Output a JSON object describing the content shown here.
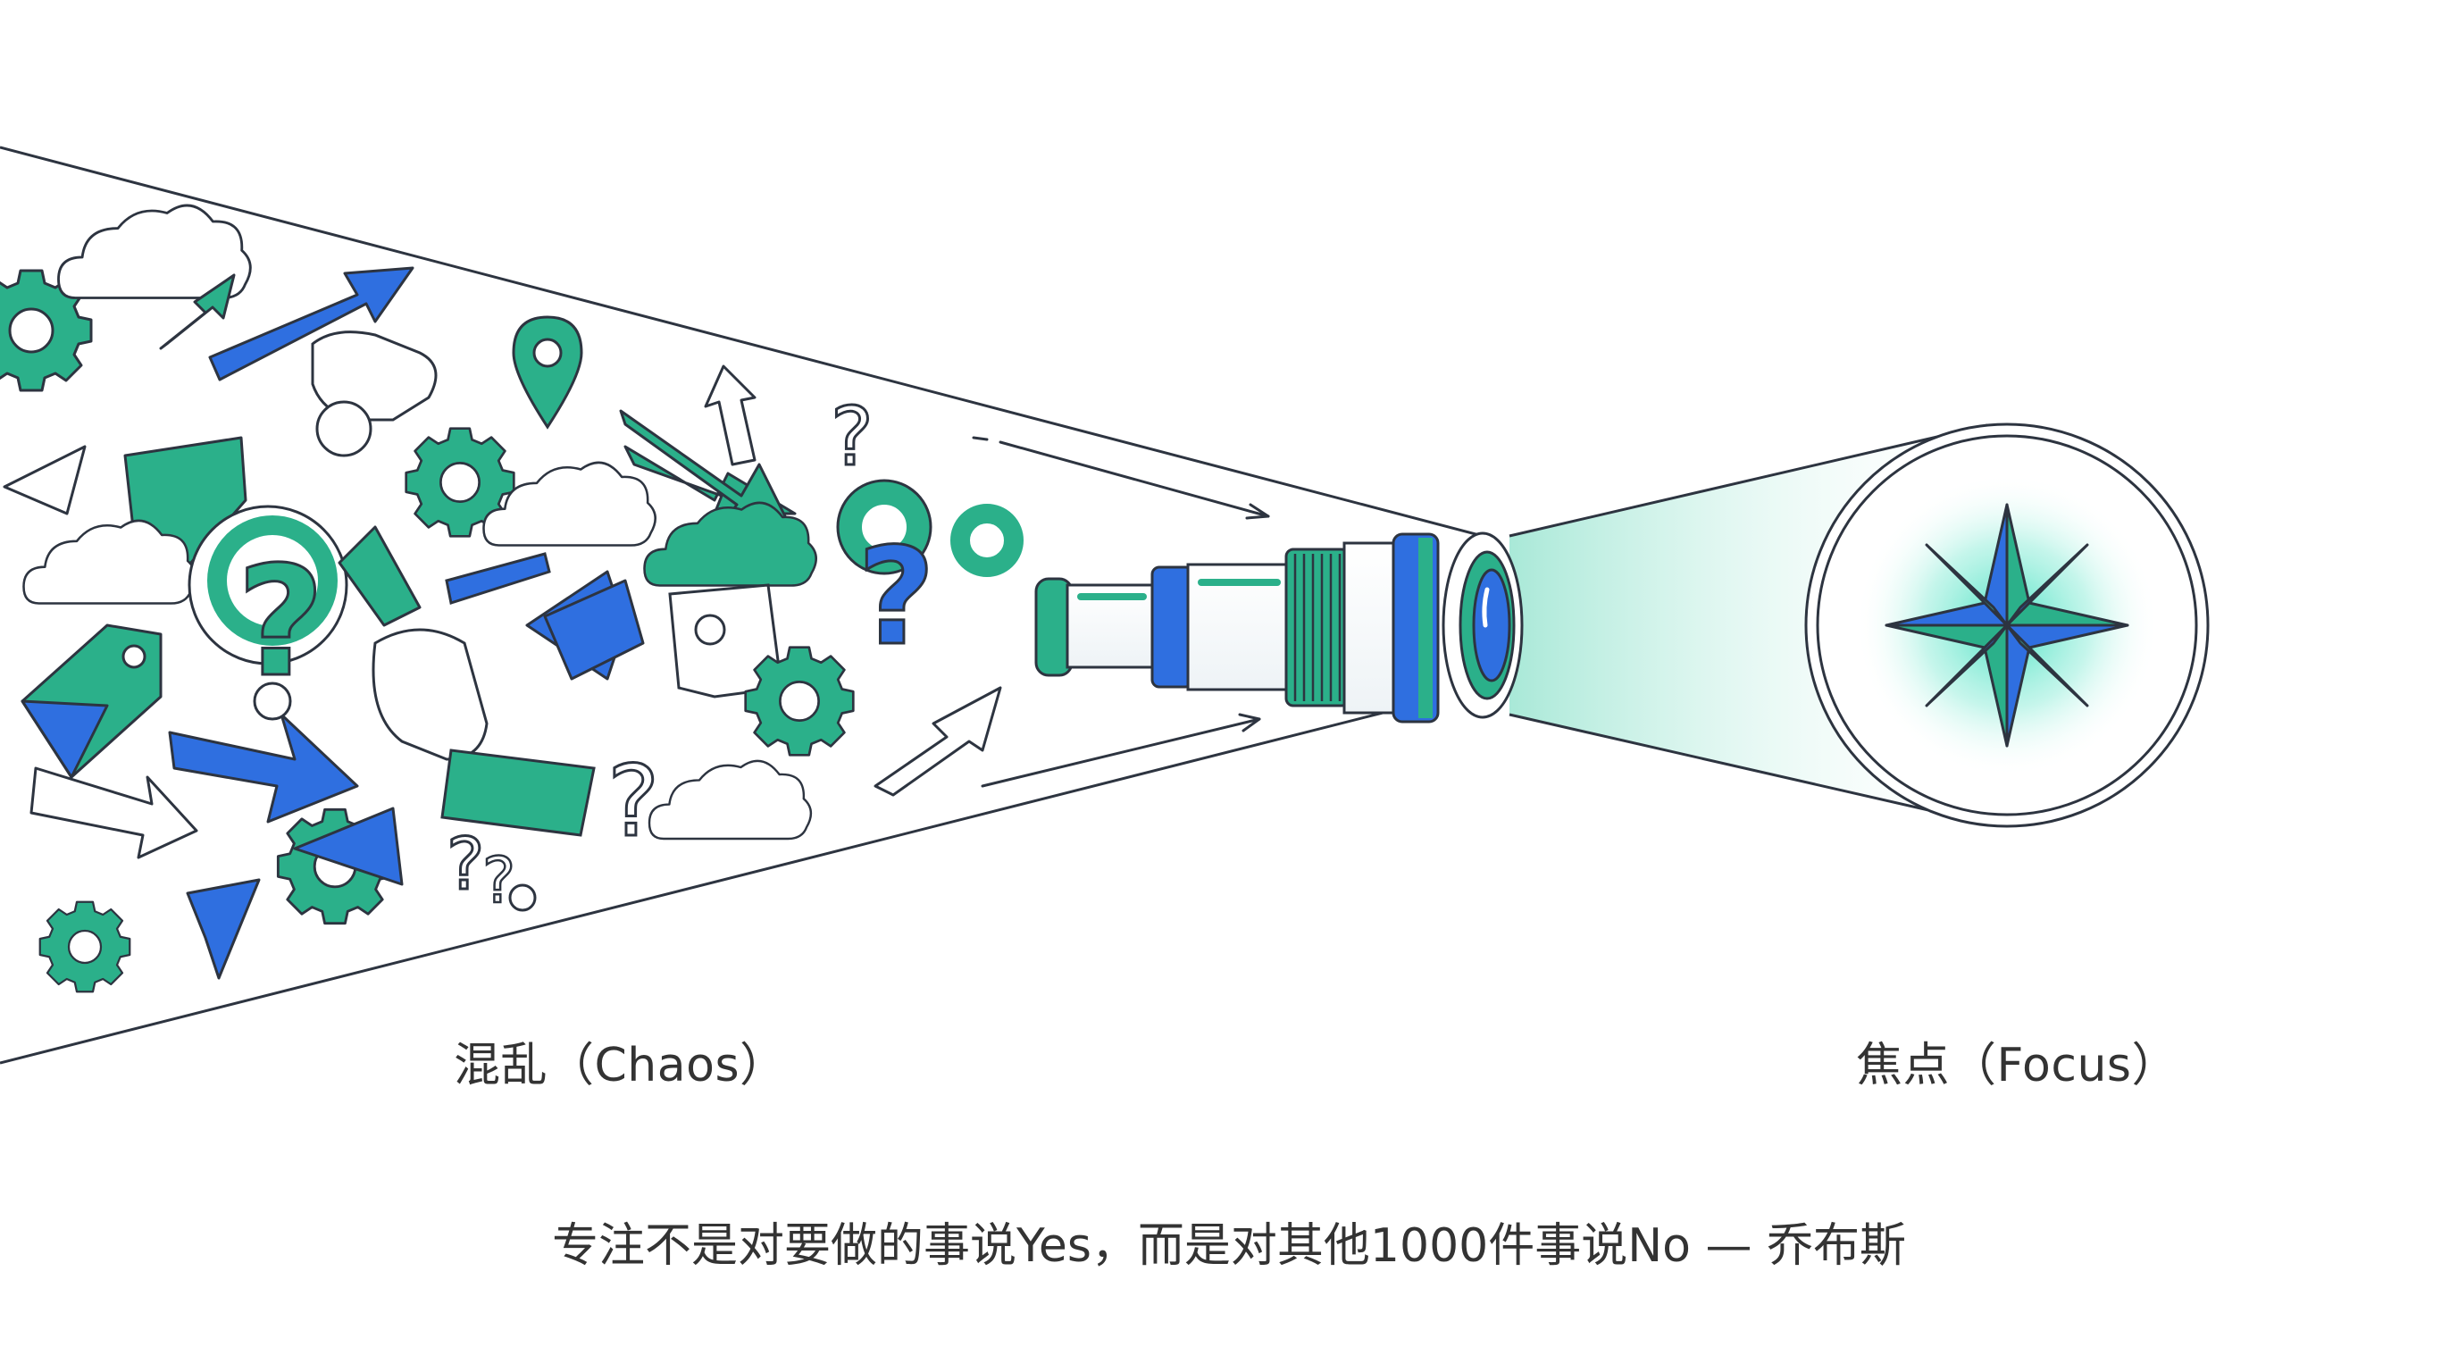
{
  "labels": {
    "chaos": "混乱（Chaos）",
    "focus": "焦点（Focus）"
  },
  "quote": "专注不是对要做的事说Yes，而是对其他1000件事说No — 乔布斯",
  "colors": {
    "green": "#2bb08a",
    "blue": "#2f6fe0",
    "outline": "#2d3440",
    "beam": "#c9f1e6"
  },
  "icons": [
    "gear-icon",
    "cloud-icon",
    "arrow-icon",
    "question-mark-icon",
    "location-pin-icon",
    "tag-icon",
    "speech-bubble-icon",
    "telescope-icon",
    "compass-star-icon"
  ]
}
